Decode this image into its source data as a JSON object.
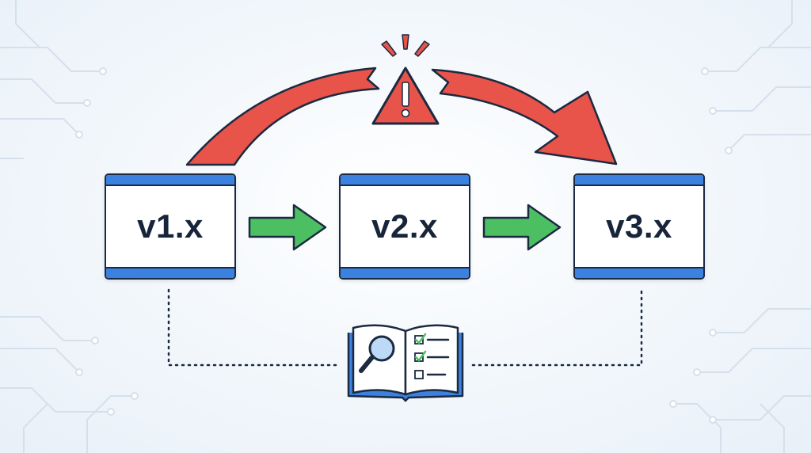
{
  "diagram": {
    "versions": [
      {
        "label": "v1.x"
      },
      {
        "label": "v2.x"
      },
      {
        "label": "v3.x"
      }
    ],
    "icons": {
      "warning": "warning-triangle-icon",
      "guide": "open-book-checklist-icon",
      "search": "magnifying-glass-icon"
    },
    "colors": {
      "background": "#eef4fa",
      "box_border": "#1b2a41",
      "box_accent": "#3b82e0",
      "upgrade_arrow": "#4cbf63",
      "skip_arrow": "#e8534a",
      "warning": "#e8534a",
      "dotted_line": "#1b2a41",
      "circuit_lines": "#d5e0ec"
    }
  }
}
